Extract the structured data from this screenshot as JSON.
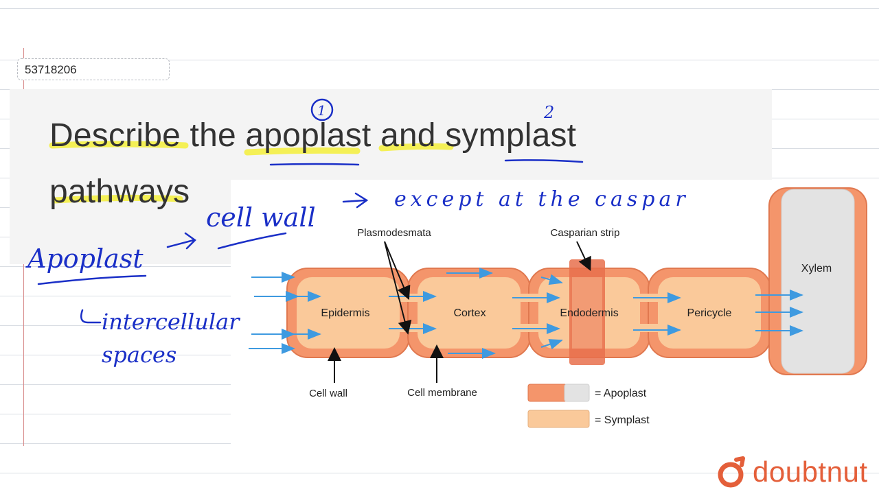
{
  "video_id": "53718206",
  "question": {
    "line1": "Describe the apoplast and symplast",
    "line2": "pathways"
  },
  "diagram": {
    "cells": [
      "Epidermis",
      "Cortex",
      "Endodermis",
      "Pericycle"
    ],
    "xylem_label": "Xylem",
    "callouts": {
      "plasmodesmata": "Plasmodesmata",
      "casparian_strip": "Casparian strip",
      "cell_wall": "Cell wall",
      "cell_membrane": "Cell membrane"
    },
    "legend": {
      "apoplast": "= Apoplast",
      "symplast": "= Symplast"
    },
    "colors": {
      "cell_wall": "#f4956b",
      "cell_wall_border": "#e0784f",
      "cytoplasm": "#fac99a",
      "xylem": "#e3e3e3",
      "casparian": "#e8704c",
      "arrow": "#3e9ae0"
    }
  },
  "annotations": {
    "num1": "1",
    "num2": "2",
    "cell_wall_note": "cell wall",
    "except_note": "except at the caspar",
    "apoplast_word": "Apoplast",
    "intercellular": "intercellular",
    "spaces": "spaces"
  },
  "brand": {
    "name": "doubtnut",
    "color": "#e45f3a"
  }
}
